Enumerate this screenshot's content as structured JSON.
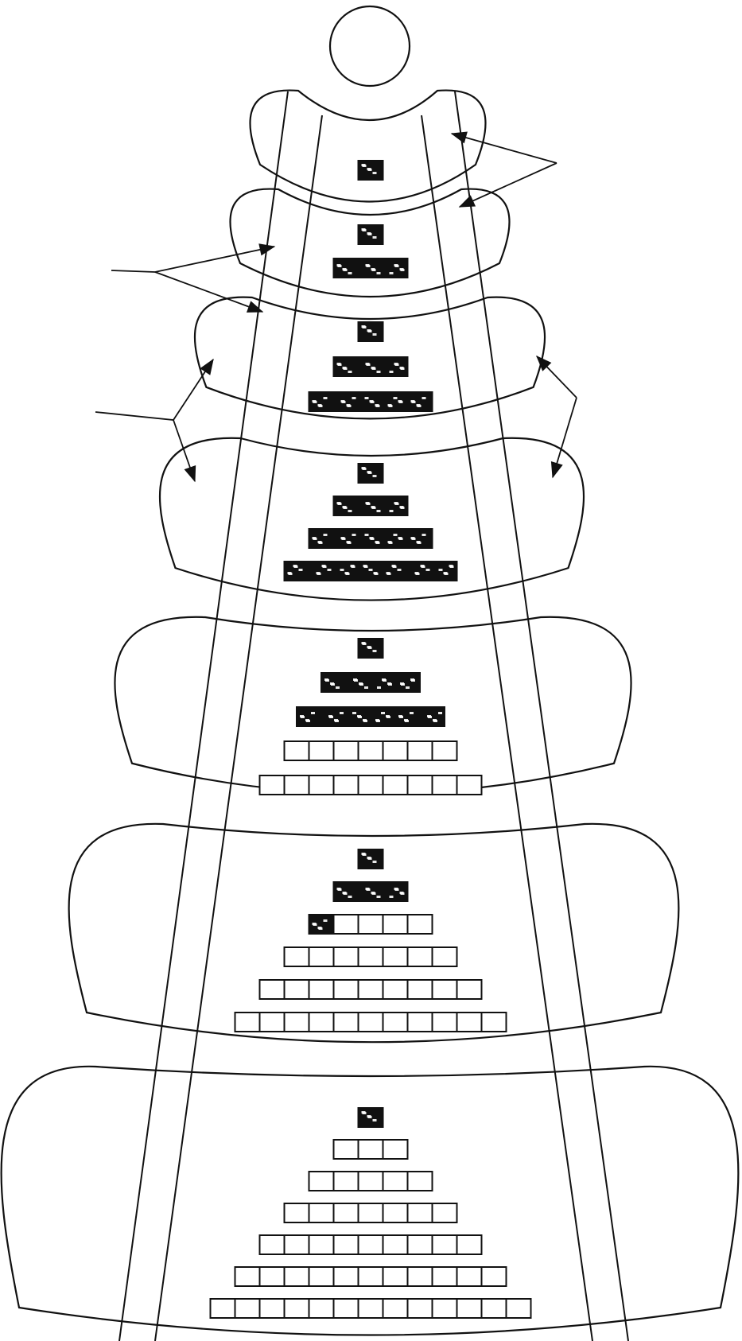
{
  "diagram": {
    "description_free": true,
    "stroke_color": "#111111",
    "background_color": "#ffffff",
    "top_circle": {
      "present": true
    },
    "levels": [
      {
        "rows": [
          [
            1,
            0
          ]
        ]
      },
      {
        "rows": [
          [
            1,
            0
          ],
          [
            3,
            0
          ]
        ]
      },
      {
        "rows": [
          [
            1,
            0
          ],
          [
            3,
            0
          ],
          [
            5,
            0
          ]
        ]
      },
      {
        "rows": [
          [
            1,
            0
          ],
          [
            3,
            0
          ],
          [
            5,
            0
          ],
          [
            7,
            0
          ]
        ]
      },
      {
        "rows": [
          [
            1,
            0
          ],
          [
            4,
            0
          ],
          [
            6,
            0
          ],
          [
            0,
            7
          ],
          [
            0,
            9
          ]
        ]
      },
      {
        "rows": [
          [
            1,
            0
          ],
          [
            3,
            0
          ],
          [
            1,
            4
          ],
          [
            0,
            7
          ],
          [
            0,
            9
          ],
          [
            0,
            11
          ]
        ]
      },
      {
        "rows": [
          [
            1,
            0
          ],
          [
            0,
            3
          ],
          [
            0,
            5
          ],
          [
            0,
            7
          ],
          [
            0,
            9
          ],
          [
            0,
            11
          ],
          [
            0,
            13
          ]
        ]
      }
    ]
  }
}
